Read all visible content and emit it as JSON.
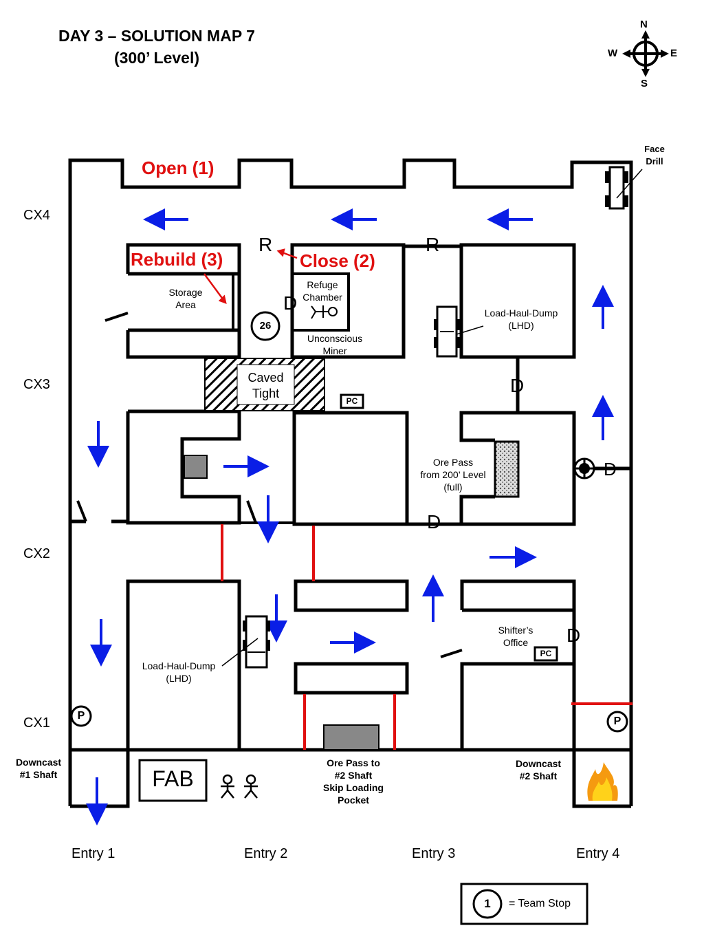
{
  "title": {
    "line1": "DAY 3 – SOLUTION MAP 7",
    "line2": "(300’ Level)"
  },
  "compass": {
    "n": "N",
    "s": "S",
    "e": "E",
    "w": "W"
  },
  "crosscuts": [
    "CX4",
    "CX3",
    "CX2",
    "CX1"
  ],
  "entries": [
    "Entry 1",
    "Entry 2",
    "Entry 3",
    "Entry 4"
  ],
  "actions": {
    "open": "Open (1)",
    "close": "Close (2)",
    "rebuild": "Rebuild (3)"
  },
  "labels": {
    "face_drill": "Face\nDrill",
    "storage_area": "Storage\nArea",
    "refuge_chamber": "Refuge\nChamber",
    "unconscious_miner": "Unconscious\nMiner",
    "caved_tight": "Caved\nTight",
    "lhd_top": "Load-Haul-Dump\n(LHD)",
    "lhd_bottom": "Load-Haul-Dump\n(LHD)",
    "ore_pass_200": "Ore Pass\nfrom 200’ Level\n(full)",
    "shifters_office": "Shifter’s\nOffice",
    "downcast_1": "Downcast\n#1 Shaft",
    "downcast_2": "Downcast\n#2 Shaft",
    "ore_pass_skip": "Ore Pass to\n#2 Shaft\nSkip Loading\nPocket",
    "fab": "FAB",
    "pc": "PC",
    "p": "P",
    "r": "R",
    "d": "D",
    "team_stop_number": "26"
  },
  "legend": {
    "number": "1",
    "text": "= Team Stop"
  },
  "colors": {
    "airflow_arrow": "#0a1ee6",
    "action_text": "#e01010",
    "wall": "#000000",
    "seal": "#e01010"
  }
}
